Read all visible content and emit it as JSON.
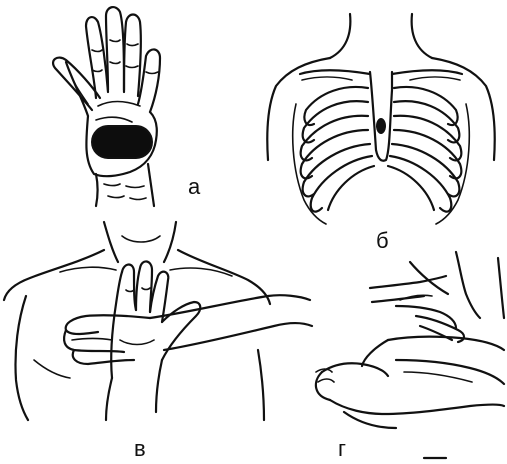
{
  "panels": [
    {
      "id": "a",
      "label": "а"
    },
    {
      "id": "b",
      "label": "б"
    },
    {
      "id": "v",
      "label": "в"
    },
    {
      "id": "g",
      "label": "г"
    }
  ]
}
